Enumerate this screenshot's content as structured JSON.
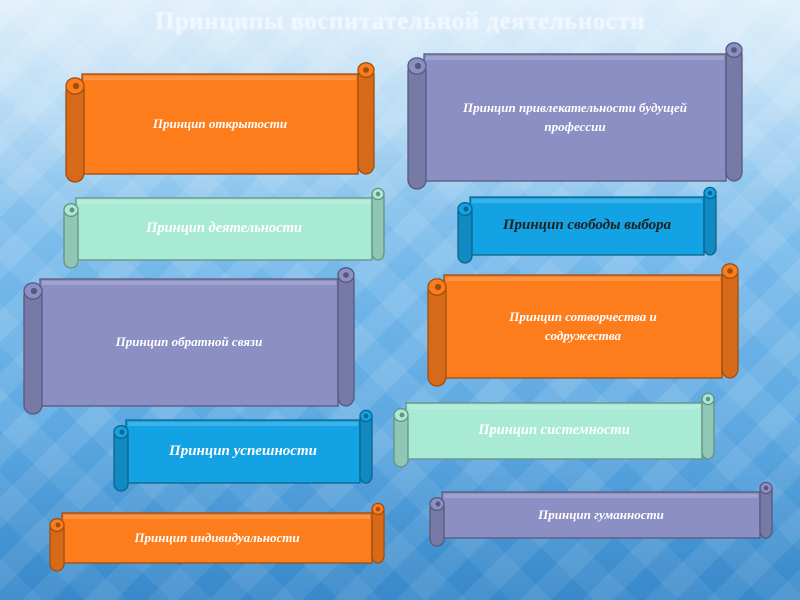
{
  "title": "Принципы воспитательной деятельности",
  "colors": {
    "orange": "#fd7d1c",
    "purple": "#8c8fc4",
    "mint": "#a8ead4",
    "blue": "#13a2e3"
  },
  "principles": [
    {
      "text": "Принцип открытости",
      "color": "orange"
    },
    {
      "text": "Принцип деятельности",
      "color": "mint"
    },
    {
      "text": "Принцип обратной связи",
      "color": "purple"
    },
    {
      "text": "Принцип  успешности",
      "color": "blue"
    },
    {
      "text": "Принцип индивидуальности",
      "color": "orange"
    },
    {
      "text": "Принцип привлекательности будущей профессии",
      "color": "purple"
    },
    {
      "text": "Принцип свободы выбора",
      "color": "blue"
    },
    {
      "text": "Принцип сотворчества и содружества",
      "color": "orange"
    },
    {
      "text": "Принцип системности",
      "color": "mint"
    },
    {
      "text": "Принцип  гуманности",
      "color": "purple"
    }
  ]
}
